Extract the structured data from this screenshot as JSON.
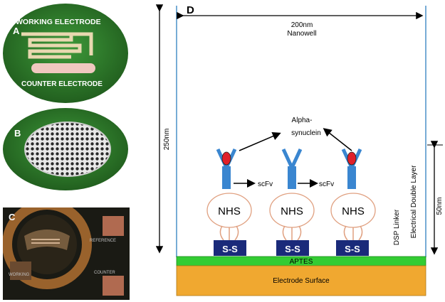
{
  "panel_a": {
    "letter": "A",
    "working_electrode": "WORKING ELECTRODE",
    "counter_electrode": "COUNTER ELECTRODE"
  },
  "panel_b": {
    "letter": "B"
  },
  "panel_c": {
    "letter": "C",
    "pad_reference": "REFERENCE",
    "pad_working": "WORKING",
    "pad_counter": "COUNTER"
  },
  "panel_d": {
    "letter": "D",
    "width_label": "200nm",
    "nanowell_label": "Nanowell",
    "height_label": "250nm",
    "edl_height_label": "50nm",
    "edl_label": "Electrical Double Layer",
    "alpha_synuclein_line1": "Alpha-",
    "alpha_synuclein_line2": "synuclein",
    "scfv_label": "scFv",
    "nhs_label": "NHS",
    "dsp_linker_label": "DSP Linker",
    "ss_label": "S-S",
    "aptes_label": "APTES",
    "electrode_surface_label": "Electrode Surface"
  },
  "colors": {
    "pcb_green": "#2f7a2a",
    "well_blue": "#4a90c8",
    "antibody_blue": "#3a86d0",
    "antigen_red": "#e0202a",
    "ss_navy": "#1a2a7a",
    "aptes_green": "#33cc33",
    "electrode_orange": "#f0a830",
    "nhs_outline": "#e0a080"
  }
}
